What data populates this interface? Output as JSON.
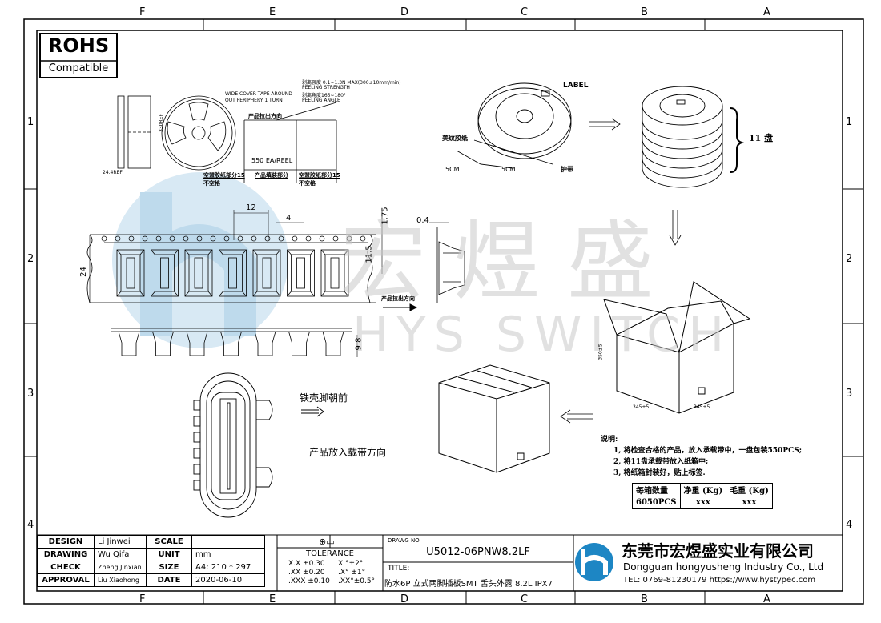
{
  "rohs": {
    "title": "ROHS",
    "subtitle": "Compatible"
  },
  "zones_top": [
    "F",
    "E",
    "D",
    "C",
    "B",
    "A"
  ],
  "zones_side": [
    "1",
    "2",
    "3",
    "4"
  ],
  "reel_drawing": {
    "peel_spec_1": "剥离强度 0.1~1.3N MAX(300±10mm/min)",
    "peel_strength": "PEELING STRENGTH",
    "peel_angle_cn": "剥离角度165~180°",
    "peel_angle": "PEELING ANGLE",
    "cover_tape": "WIDE COVER TAPE AROUND",
    "cover_tape2": "OUT PERIPHERY 1 TURN",
    "direction": "产品拉出方向",
    "qty": "550  EA/REEL",
    "empty_left_1": "空盟胶纸部分15",
    "empty_left_2": "不空格",
    "product_part": "产品填装部分",
    "empty_right_1": "空盟胶纸部分15",
    "empty_right_2": "不空格",
    "dim_width": "24.4REF",
    "dim_diameter": "330REF"
  },
  "tape_dims": {
    "pitch": "12",
    "hole_pitch": "4",
    "edge": "1.75",
    "center": "11.5",
    "width": "24",
    "thickness": "0.4",
    "depth": "9.8",
    "direction": "产品拉出方向"
  },
  "packing_drawing": {
    "label": "LABEL",
    "tape_label": "美纹胶纸",
    "len1": "5CM",
    "len2": "5CM",
    "guard": "护带",
    "count": "11  盘",
    "box_h": "350±5",
    "box_w1": "345±5",
    "box_w2": "345±5"
  },
  "orientation": {
    "label1": "铁壳脚朝前",
    "label2": "产品放入载带方向"
  },
  "watermark": {
    "cn": "宏煜盛",
    "en": "HYS SWITCH"
  },
  "notes": {
    "title": "说明:",
    "items": [
      "1, 将检查合格的产品，放入承载带中，一盘包装550PCS;",
      "2, 将11盘承载带放入纸箱中;",
      "3, 将纸箱封装好，贴上标签."
    ]
  },
  "weight_table": {
    "headers": [
      "每箱数量",
      "净重 (Kg)",
      "毛重 (Kg)"
    ],
    "row": [
      "6050PCS",
      "xxx",
      "xxx"
    ]
  },
  "title_block": {
    "design_label": "DESIGN",
    "design": "Li Jinwei",
    "drawing_label": "DRAWING",
    "drawing": "Wu Qifa",
    "check_label": "CHECK",
    "check": "Zheng Jinxian",
    "approval_label": "APPROVAL",
    "approval": "Liu Xiaohong",
    "scale_label": "SCALE",
    "scale": "",
    "unit_label": "UNIT",
    "unit": "mm",
    "size_label": "SIZE",
    "size": "A4: 210 * 297",
    "date_label": "DATE",
    "date": "2020-06-10",
    "tolerance_label": "TOLERANCE",
    "tol": [
      [
        "X.X  ±0.30",
        "X.°±2°"
      ],
      [
        ".XX  ±0.20",
        ".X° ±1°"
      ],
      [
        ".XXX ±0.10",
        ".XX°±0.5°"
      ]
    ],
    "drawing_no_label": "DRAWG NO.",
    "drawing_no": "U5012-06PNW8.2LF",
    "title_label": "TITLE:",
    "title": "防水6P 立式两脚插板SMT 舌头外露 8.2L IPX7",
    "company_cn": "东莞市宏煜盛实业有限公司",
    "company_en": "Dongguan hongyusheng Industry Co., Ltd",
    "contact": "TEL: 0769-81230179   https://www.hystypec.com"
  }
}
